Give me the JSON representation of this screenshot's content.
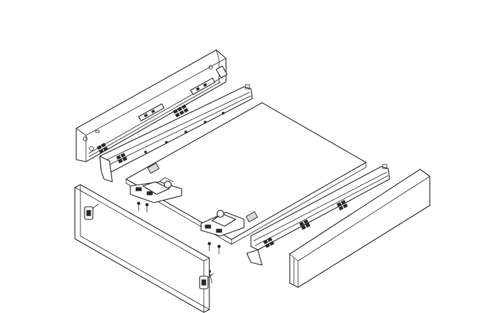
{
  "figure": {
    "kind": "exploded-assembly-line-drawing",
    "colors": {
      "line": "#1a1a1a",
      "fill": "#ffffff",
      "accent_grey": "#d9d9d9"
    },
    "parts": [
      "side-panel-left",
      "drawer-runner-left",
      "drawer-bottom-panel",
      "locking-device-left",
      "locking-device-right",
      "drawer-runner-right",
      "side-panel-right",
      "front-panel",
      "front-fixing-bracket-left",
      "front-fixing-bracket-right",
      "screws"
    ]
  }
}
